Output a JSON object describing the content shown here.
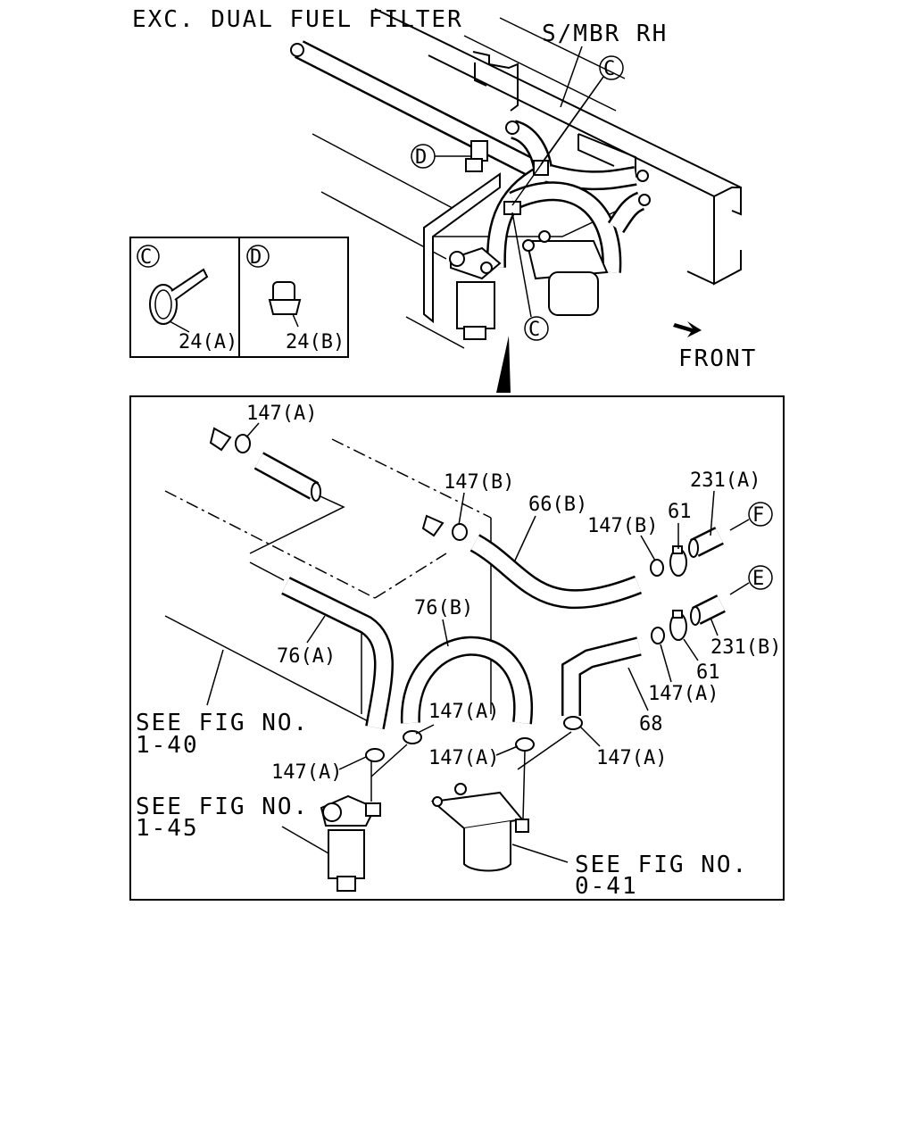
{
  "diagram": {
    "title": "EXC. DUAL FUEL FILTER",
    "frame_label": "S/MBR RH",
    "front_label": "FRONT",
    "detail_boxes": [
      {
        "letter": "C",
        "part": "24(A)"
      },
      {
        "letter": "D",
        "part": "24(B)"
      }
    ],
    "overview_callouts": [
      "C",
      "D",
      "C"
    ],
    "connection_markers": [
      "F",
      "E"
    ],
    "parts": {
      "p147a_top": "147(A)",
      "p147b_mid": "147(B)",
      "p66b": "66(B)",
      "p147b_right": "147(B)",
      "p61_top": "61",
      "p231a": "231(A)",
      "p231b": "231(B)",
      "p61_bottom": "61",
      "p147a_right": "147(A)",
      "p68": "68",
      "p76b": "76(B)",
      "p76a": "76(A)",
      "p147a_center": "147(A)",
      "p147a_left": "147(A)",
      "p147a_center2": "147(A)",
      "p147a_lower_right": "147(A)"
    },
    "references": [
      {
        "line1": "SEE FIG NO.",
        "line2": "1-40"
      },
      {
        "line1": "SEE FIG NO.",
        "line2": "1-45"
      },
      {
        "line1": "SEE FIG NO.",
        "line2": "0-41"
      }
    ]
  }
}
